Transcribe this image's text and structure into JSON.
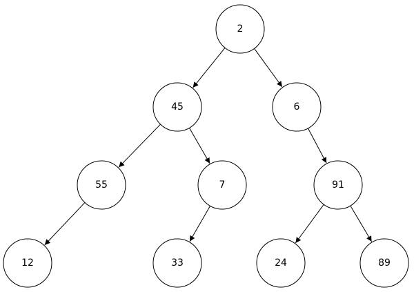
{
  "tree": {
    "colors": {
      "stroke": "#000000",
      "fill": "#ffffff",
      "text": "#000000"
    },
    "nodes": [
      {
        "id": "n2",
        "label": "2"
      },
      {
        "id": "n45",
        "label": "45"
      },
      {
        "id": "n6",
        "label": "6"
      },
      {
        "id": "n55",
        "label": "55"
      },
      {
        "id": "n7",
        "label": "7"
      },
      {
        "id": "n91",
        "label": "91"
      },
      {
        "id": "n12",
        "label": "12"
      },
      {
        "id": "n33",
        "label": "33"
      },
      {
        "id": "n24",
        "label": "24"
      },
      {
        "id": "n89",
        "label": "89"
      }
    ],
    "edges": [
      {
        "from": "n2",
        "to": "n45"
      },
      {
        "from": "n2",
        "to": "n6"
      },
      {
        "from": "n45",
        "to": "n55"
      },
      {
        "from": "n45",
        "to": "n7"
      },
      {
        "from": "n6",
        "to": "n91"
      },
      {
        "from": "n55",
        "to": "n12"
      },
      {
        "from": "n7",
        "to": "n33"
      },
      {
        "from": "n91",
        "to": "n24"
      },
      {
        "from": "n91",
        "to": "n89"
      }
    ]
  }
}
